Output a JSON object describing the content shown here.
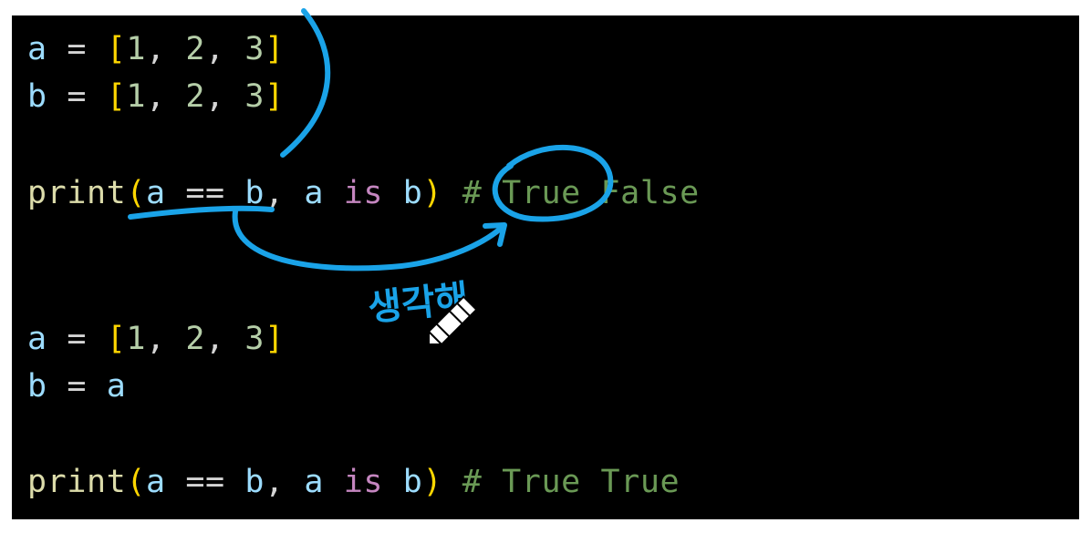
{
  "code": {
    "block1": {
      "line1": {
        "var": "a",
        "eq": " = ",
        "open": "[",
        "n1": "1",
        "sep1": ", ",
        "n2": "2",
        "sep2": ", ",
        "n3": "3",
        "close": "]"
      },
      "line2": {
        "var": "b",
        "eq": " = ",
        "open": "[",
        "n1": "1",
        "sep1": ", ",
        "n2": "2",
        "sep2": ", ",
        "n3": "3",
        "close": "]"
      },
      "line3": {
        "fn": "print",
        "open": "(",
        "a1": "a",
        "eqop": " == ",
        "b1": "b",
        "comma": ", ",
        "a2": "a",
        "is": " is ",
        "b2": "b",
        "close": ")",
        "comment": " # True False"
      }
    },
    "block2": {
      "line1": {
        "var": "a",
        "eq": " = ",
        "open": "[",
        "n1": "1",
        "sep1": ", ",
        "n2": "2",
        "sep2": ", ",
        "n3": "3",
        "close": "]"
      },
      "line2": {
        "var": "b",
        "eq": " = ",
        "rhs": "a"
      },
      "line3": {
        "fn": "print",
        "open": "(",
        "a1": "a",
        "eqop": " == ",
        "b1": "b",
        "comma": ", ",
        "a2": "a",
        "is": " is ",
        "b2": "b",
        "close": ")",
        "comment": " # True True"
      }
    }
  },
  "annotation": {
    "handwritten_text": "생각해",
    "pen_color": "#1aa3e8",
    "cursor_icon": "pencil-cursor-icon"
  }
}
